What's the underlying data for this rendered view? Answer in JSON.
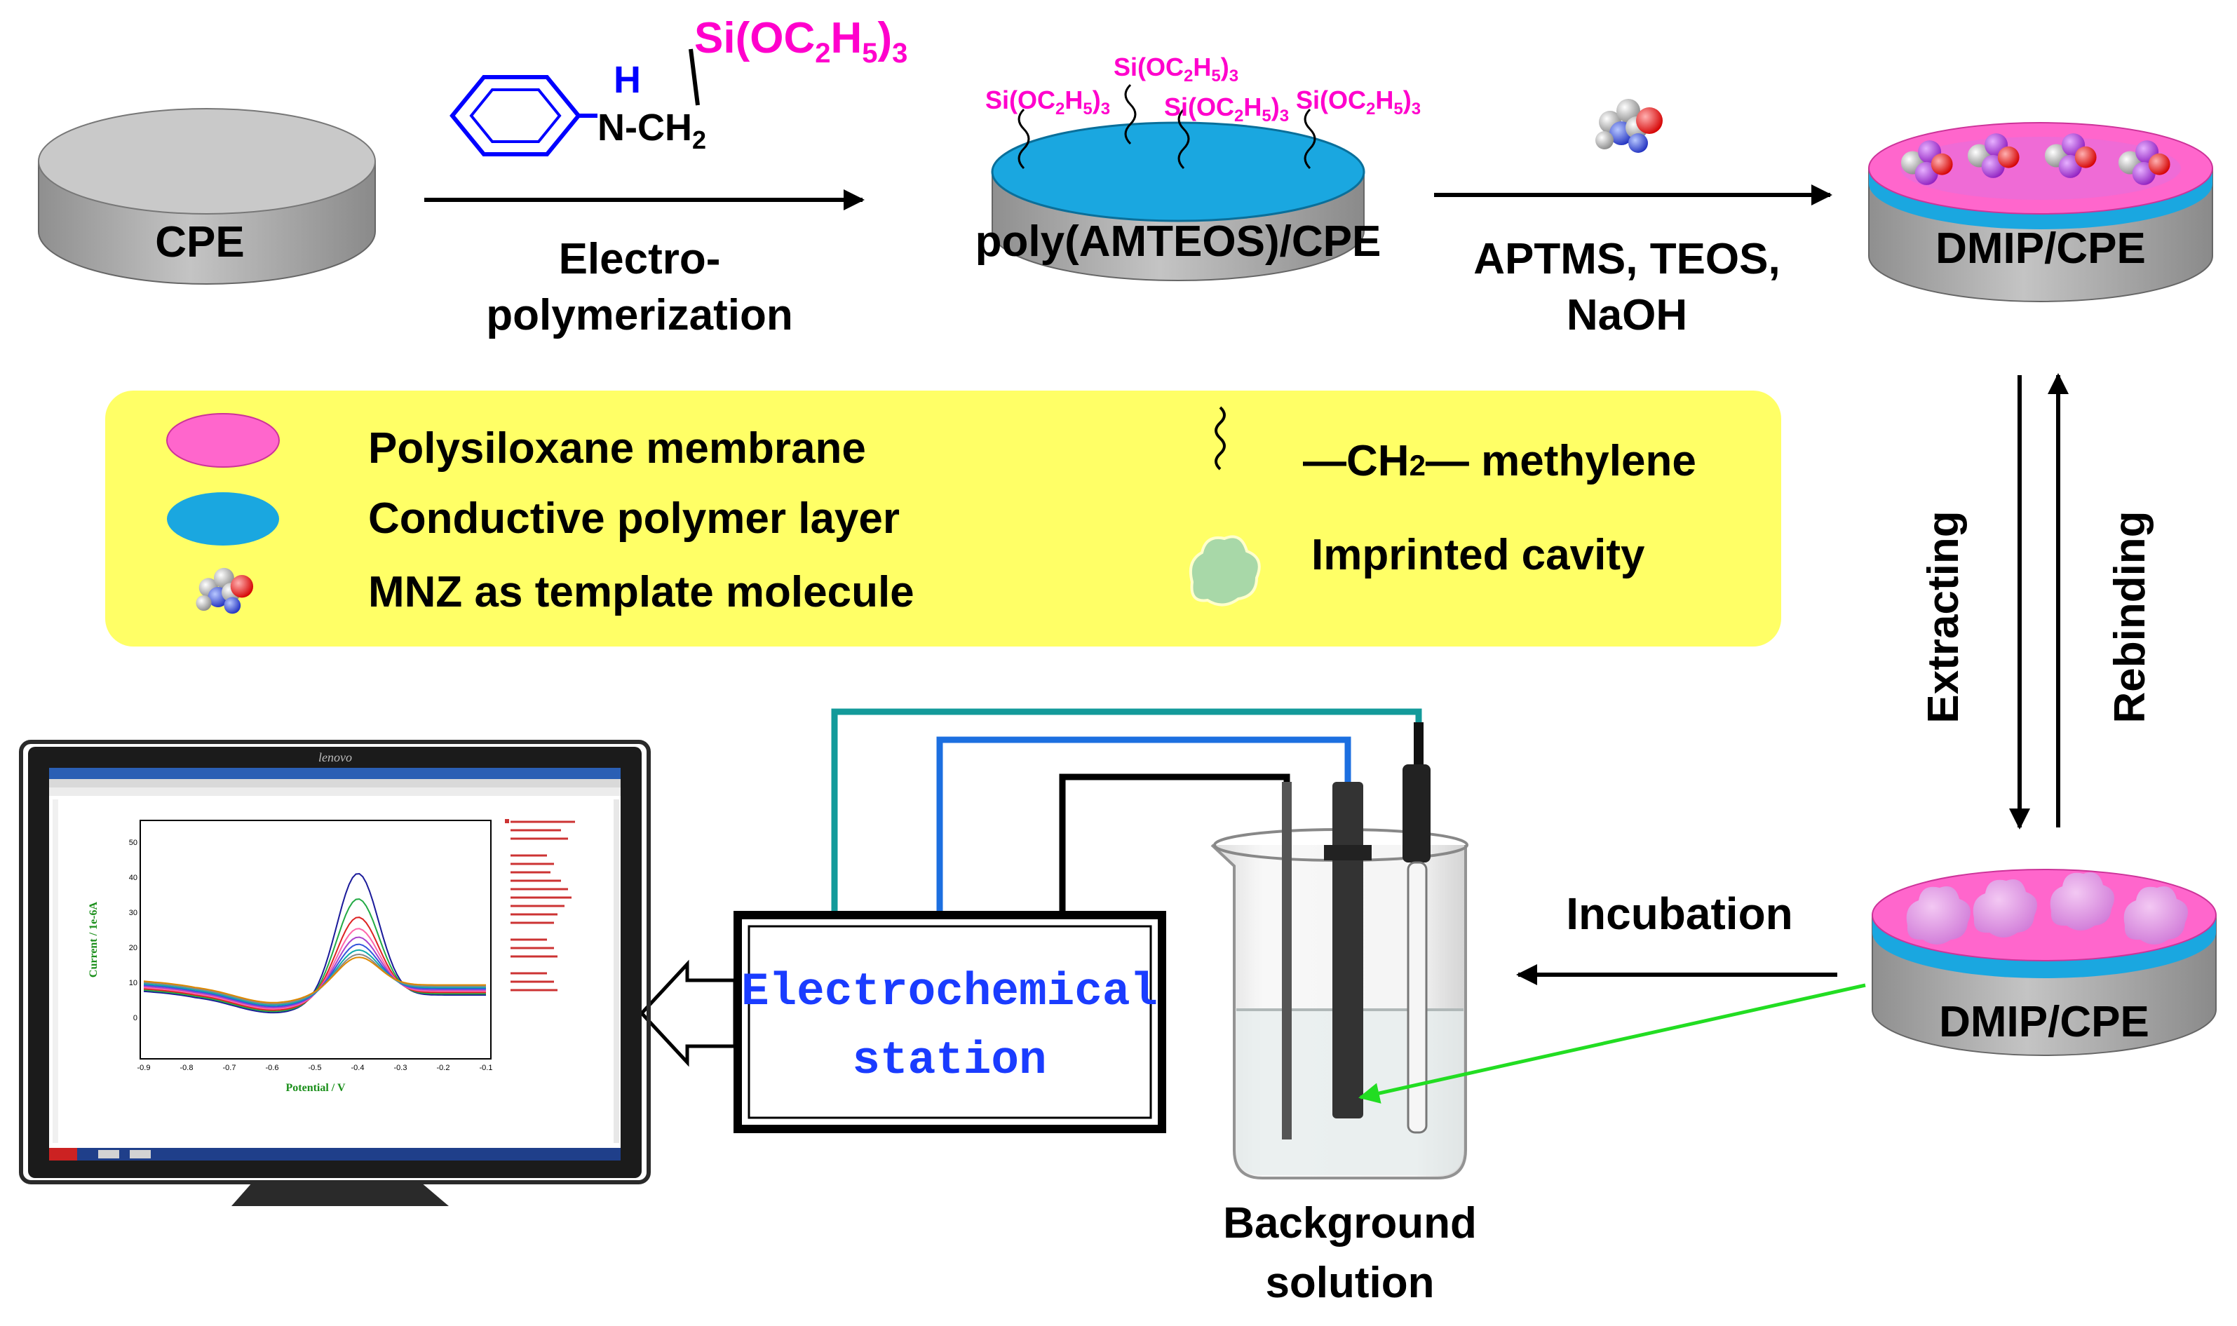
{
  "electrode_labels": {
    "cpe": "CPE",
    "poly": "poly(AMTEOS)/CPE",
    "dmip_top": "DMIP/CPE",
    "dmip_bottom": "DMIP/CPE"
  },
  "monomer": {
    "nh_h": "H",
    "nh_n": "N-CH",
    "nh_sub": "2",
    "si_group": {
      "si": "Si(OC",
      "c_sub": "2",
      "h": "H",
      "h_sub": "5",
      "close": ")",
      "close_sub": "3"
    }
  },
  "surface_groups": [
    {
      "prefix": "Si(OC",
      "s1": "2",
      "mid": "H",
      "s2": "5",
      "end": ")",
      "s3": "3"
    },
    {
      "prefix": "Si(OC",
      "s1": "2",
      "mid": "H",
      "s2": "5",
      "end": ")",
      "s3": "3"
    },
    {
      "prefix": "Si(OC",
      "s1": "2",
      "mid": "H",
      "s2": "5",
      "end": ")",
      "s3": "3"
    },
    {
      "prefix": "Si(OC",
      "s1": "2",
      "mid": "H",
      "s2": "5",
      "end": ")",
      "s3": "3"
    }
  ],
  "steps": {
    "electro_line1": "Electro-",
    "electro_line2": "polymerization",
    "reagents_line1": "APTMS, TEOS,",
    "reagents_line2": "NaOH",
    "extracting": "Extracting",
    "rebinding": "Rebinding",
    "incubation": "Incubation"
  },
  "legend": {
    "polysiloxane": "Polysiloxane membrane",
    "conductive": "Conductive polymer layer",
    "template": "MNZ as template molecule",
    "methylene_formula": "—CH",
    "methylene_sub": "2",
    "methylene_tail": "— methylene",
    "cavity": "Imprinted cavity"
  },
  "station": {
    "line1": "Electrochemical",
    "line2": "station"
  },
  "beaker": {
    "line1": "Background",
    "line2": "solution"
  },
  "monitor": {
    "brand": "lenovo",
    "ylabel": "Current / 1e-6A",
    "xlabel": "Potential / V",
    "yticks": [
      "50",
      "40",
      "30",
      "20",
      "10",
      "0"
    ],
    "xticks": [
      "-0.9",
      "-0.8",
      "-0.7",
      "-0.6",
      "-0.5",
      "-0.4",
      "-0.3",
      "-0.2",
      "-0.1"
    ]
  },
  "colors": {
    "legend_bg": "#ffff66",
    "pink": "#ff66cc",
    "blue": "#1aa7e0",
    "magenta_text": "#ff00cc",
    "station_text": "#1a3cff",
    "benzene": "#0000ff",
    "teal_wire": "#139a9a",
    "blue_wire": "#1c6fe0",
    "green_arrow": "#22dd22"
  }
}
